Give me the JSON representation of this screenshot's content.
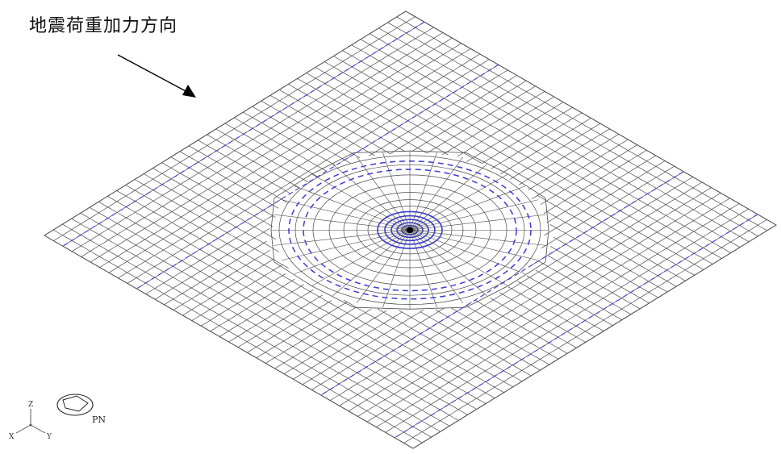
{
  "title": "地震荷重加力方向",
  "axes": {
    "z": "Z",
    "x": "X",
    "y": "Y"
  },
  "orientation_label": "PN",
  "colors": {
    "mesh": "#4a4a4a",
    "load": "#3b3bd6",
    "arrow": "#000000"
  },
  "icons": {
    "direction_arrow": "arrow-icon",
    "triad": "axis-triad-icon",
    "view": "view-orientation-icon"
  }
}
